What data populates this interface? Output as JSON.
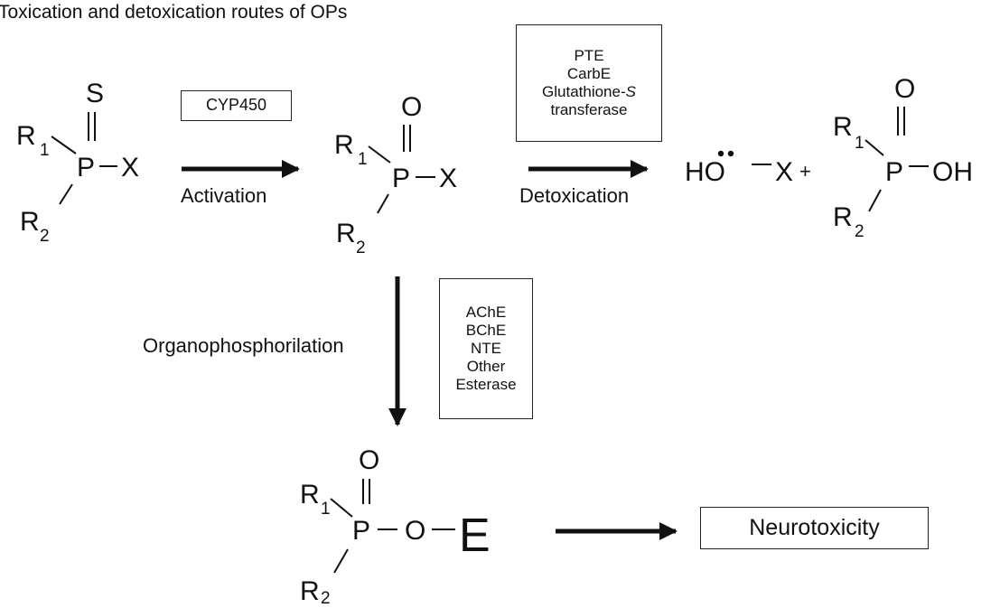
{
  "title": "Toxication and detoxication routes of OPs",
  "reactions": {
    "activation": {
      "enzyme": "CYP450",
      "label": "Activation"
    },
    "detoxication": {
      "enzymes": [
        "PTE",
        "CarbE",
        "Glutathione-",
        "transferase"
      ],
      "enzyme_italic_suffix": "S",
      "label": "Detoxication"
    },
    "organophosphorilation": {
      "enzymes": [
        "AChE",
        "BChE",
        "NTE",
        "Other",
        "Esterase"
      ],
      "label": "Organophosphorilation"
    },
    "outcome": {
      "label": "Neurotoxicity"
    }
  },
  "molecules": {
    "thion": {
      "double_bond_atom": "S",
      "center": "P",
      "leaving_group": "X",
      "r1": "R",
      "r1_sub": "1",
      "r2": "R",
      "r2_sub": "2"
    },
    "oxon": {
      "double_bond_atom": "O",
      "center": "P",
      "leaving_group": "X",
      "r1": "R",
      "r1_sub": "1",
      "r2": "R",
      "r2_sub": "2"
    },
    "hydrolysis_products": {
      "hox": "HO",
      "x": "X",
      "plus": "+",
      "double_bond_atom": "O",
      "center": "P",
      "oh": "OH",
      "r1": "R",
      "r1_sub": "1",
      "r2": "R",
      "r2_sub": "2"
    },
    "phosphorylated_enzyme": {
      "double_bond_atom": "O",
      "center": "P",
      "o": "O",
      "enzyme": "E",
      "r1": "R",
      "r1_sub": "1",
      "r2": "R",
      "r2_sub": "2"
    }
  }
}
